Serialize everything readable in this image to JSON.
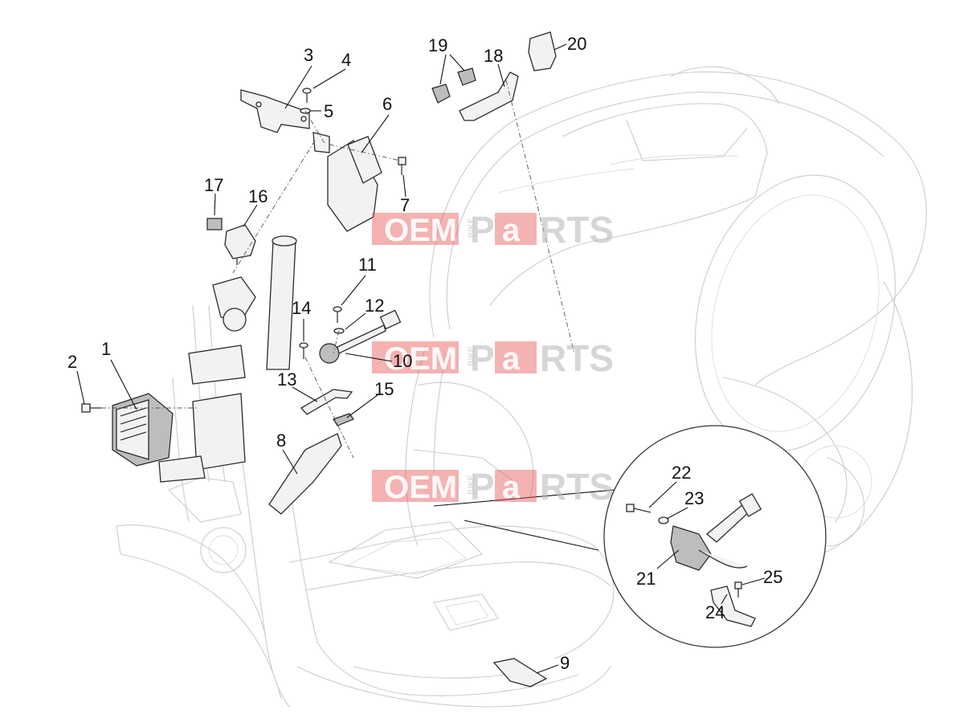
{
  "callouts": [
    {
      "id": "c1",
      "label": "1"
    },
    {
      "id": "c2",
      "label": "2"
    },
    {
      "id": "c3",
      "label": "3"
    },
    {
      "id": "c4",
      "label": "4"
    },
    {
      "id": "c5",
      "label": "5"
    },
    {
      "id": "c6",
      "label": "6"
    },
    {
      "id": "c7",
      "label": "7"
    },
    {
      "id": "c8",
      "label": "8"
    },
    {
      "id": "c9",
      "label": "9"
    },
    {
      "id": "c10",
      "label": "10"
    },
    {
      "id": "c11",
      "label": "11"
    },
    {
      "id": "c12",
      "label": "12"
    },
    {
      "id": "c13",
      "label": "13"
    },
    {
      "id": "c14",
      "label": "14"
    },
    {
      "id": "c15",
      "label": "15"
    },
    {
      "id": "c16",
      "label": "16"
    },
    {
      "id": "c17",
      "label": "17"
    },
    {
      "id": "c18",
      "label": "18"
    },
    {
      "id": "c19",
      "label": "19"
    },
    {
      "id": "c20",
      "label": "20"
    },
    {
      "id": "c21",
      "label": "21"
    },
    {
      "id": "c22",
      "label": "22"
    },
    {
      "id": "c23",
      "label": "23"
    },
    {
      "id": "c24",
      "label": "24"
    },
    {
      "id": "c25",
      "label": "25"
    }
  ],
  "watermark": {
    "oem": "OEM",
    "bike": "BIKE",
    "parts_p": "P",
    "parts_a": "a",
    "parts_rest": "RTS"
  },
  "colors": {
    "watermark_red": "#e85a5a",
    "watermark_gray": "#b9b9b9",
    "line": "#2b2b2b"
  }
}
